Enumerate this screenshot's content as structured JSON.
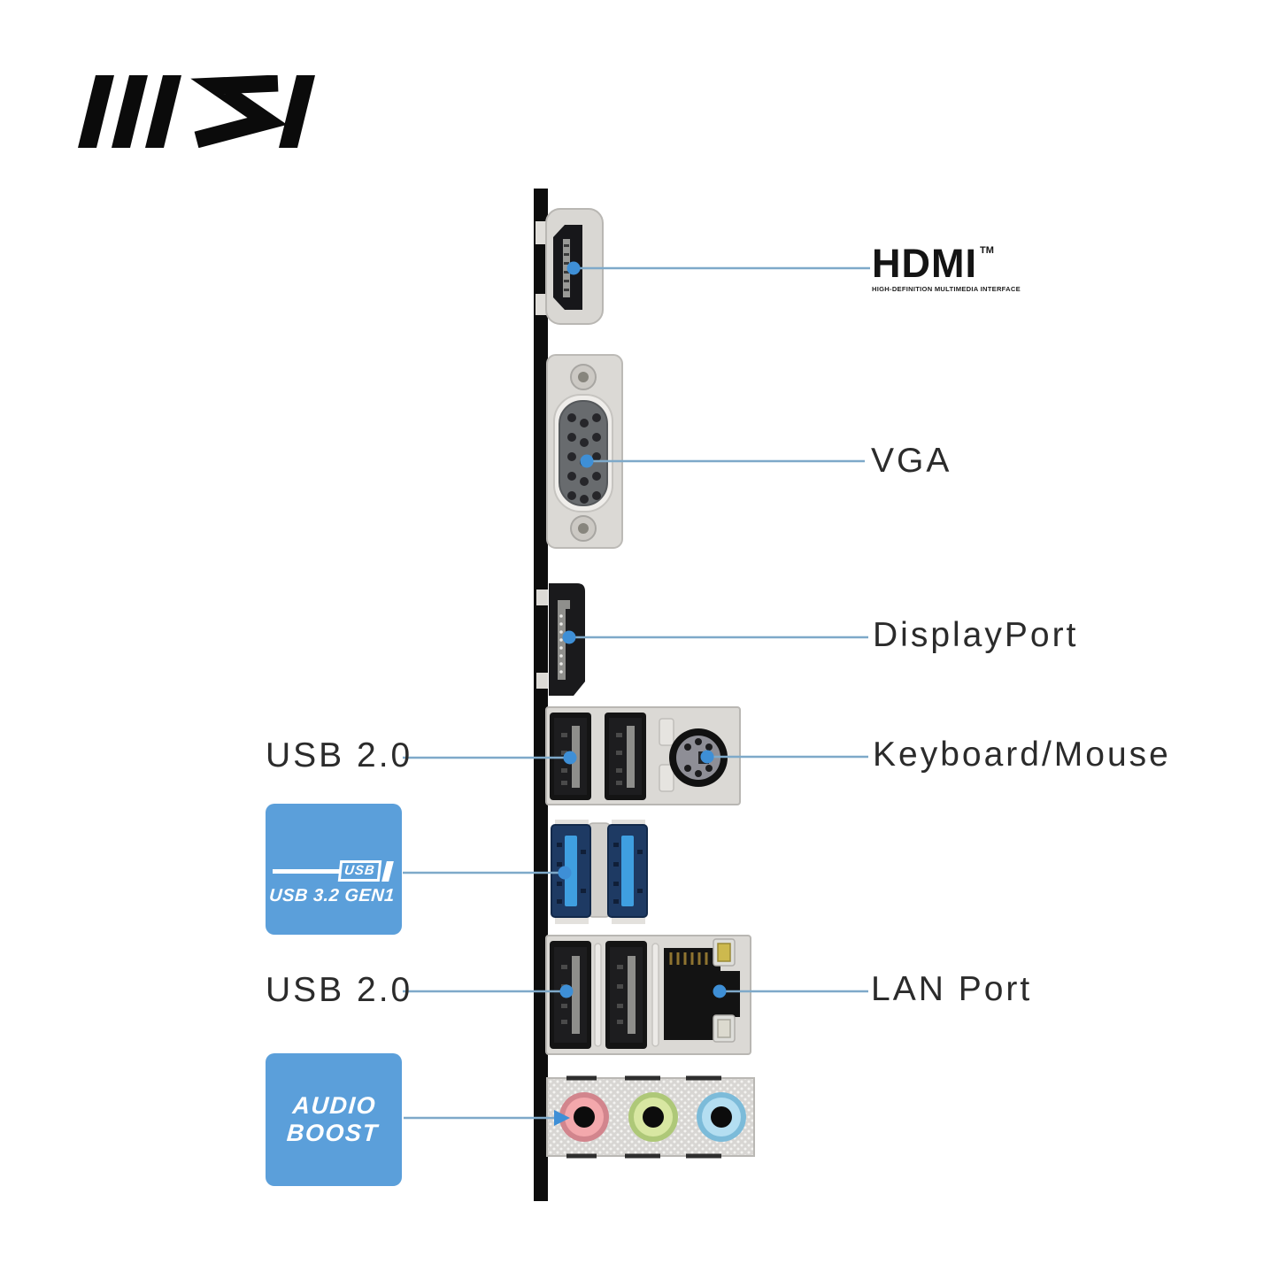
{
  "brand_logo": "MSI",
  "colors": {
    "badge_blue": "#5B9FDA",
    "line_blue": "#7EA9C9",
    "dot_blue": "#3E8FD6",
    "usb3_port_blue": "#3F9FE0",
    "audio_mic_pink": "#F3A8AC",
    "audio_out_green": "#D8E7A2",
    "audio_in_blue": "#B4DEF1",
    "lan_led_yellow": "#CDB94E"
  },
  "callouts": {
    "hdmi": {
      "label": "HDMI",
      "tm": "TM",
      "subtitle": "HIGH-DEFINITION MULTIMEDIA INTERFACE"
    },
    "vga": {
      "label": "VGA"
    },
    "displayport": {
      "label": "DisplayPort"
    },
    "usb2_top": {
      "label": "USB 2.0"
    },
    "keyboard_mouse": {
      "label": "Keyboard/Mouse"
    },
    "usb32_badge": {
      "tag": "USB",
      "label": "USB 3.2 GEN1"
    },
    "usb2_bottom": {
      "label": "USB 2.0"
    },
    "lan": {
      "label": "LAN Port"
    },
    "audio_badge": {
      "line1": "AUDIO",
      "line2": "BOOST"
    }
  }
}
